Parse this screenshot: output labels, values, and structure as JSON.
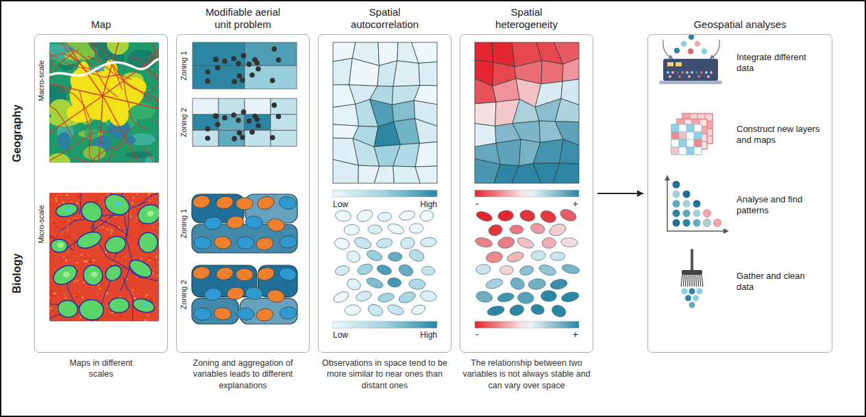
{
  "diagram": {
    "nodes": [
      {
        "text": [
          "Map",
          "Maps in different scales"
        ]
      },
      {
        "text": [
          "Modifiable aerial unit problem",
          "Zoning and aggregation of variables leads to different explanations"
        ]
      },
      {
        "text": [
          "Spatial autocorrelation",
          "Observations in space tend to be more similar to near ones than distant ones"
        ]
      },
      {
        "text": [
          "Spatial heterogeneity",
          "The relationship between two variables is not always stable and can vary over space"
        ]
      },
      {
        "text": [
          "Geospatial analyses"
        ]
      }
    ],
    "edges": [
      {
        "from": 3,
        "to": 4,
        "arrow": "to"
      }
    ],
    "labels": [
      "Geography",
      "Biology",
      "Macro-scale",
      "Micro-scale",
      "Zoning 1",
      "Zoning 2",
      "Zoning 1",
      "Zoning 2",
      "Low",
      "High",
      "Low",
      "High",
      "-",
      "+",
      "-",
      "+",
      "Integrate different data",
      "Construct new layers and maps",
      "Analyse and find patterns",
      "Gather and clean data"
    ]
  }
}
